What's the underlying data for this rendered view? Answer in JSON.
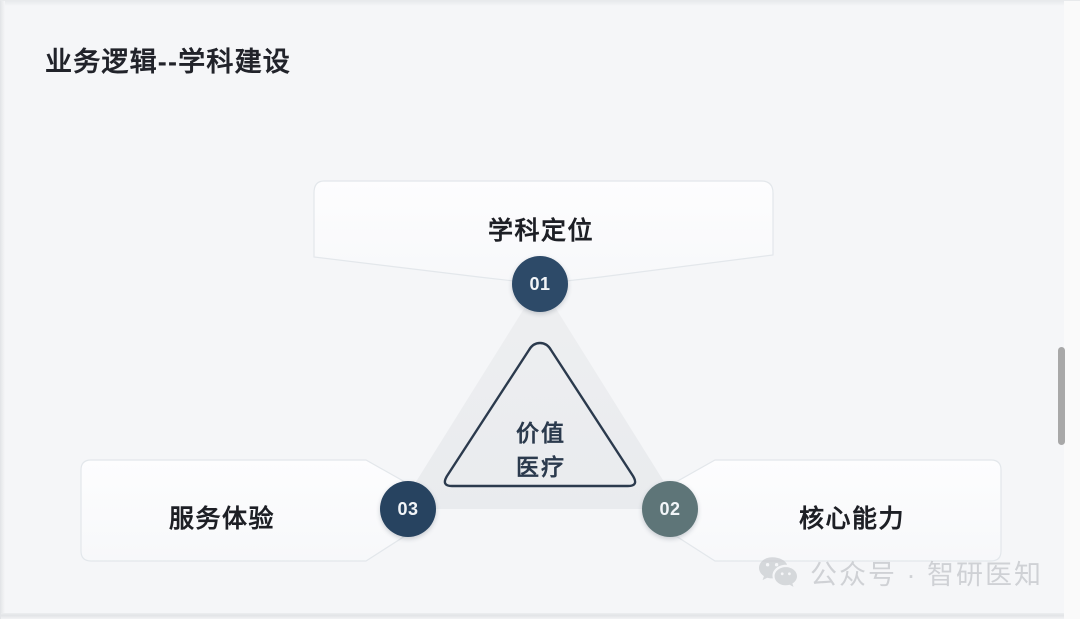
{
  "slide": {
    "title": "业务逻辑--学科建设",
    "background_color": "#f5f6f8"
  },
  "diagram": {
    "type": "triangle-concept",
    "core": {
      "line1": "价值",
      "line2": "医疗",
      "full_text": "价值医疗",
      "outline_color": "#2b3a4d",
      "backdrop_color": "#eceef0"
    },
    "nodes": [
      {
        "number": "01",
        "label": "学科定位",
        "position": "top",
        "badge_color": "#2d4a68"
      },
      {
        "number": "02",
        "label": "核心能力",
        "position": "bottom-right",
        "badge_color": "#5e7578"
      },
      {
        "number": "03",
        "label": "服务体验",
        "position": "bottom-left",
        "badge_color": "#274360"
      }
    ],
    "panel_border_color": "#e4e8ec",
    "panel_fill_color": "#fbfcfd"
  },
  "watermark": {
    "icon": "wechat-icon",
    "text": "公众号 · 智研医知",
    "color": "#b9bcc1"
  },
  "scrollbar": {
    "orientation": "vertical",
    "thumb_color": "#a8a8a8"
  }
}
